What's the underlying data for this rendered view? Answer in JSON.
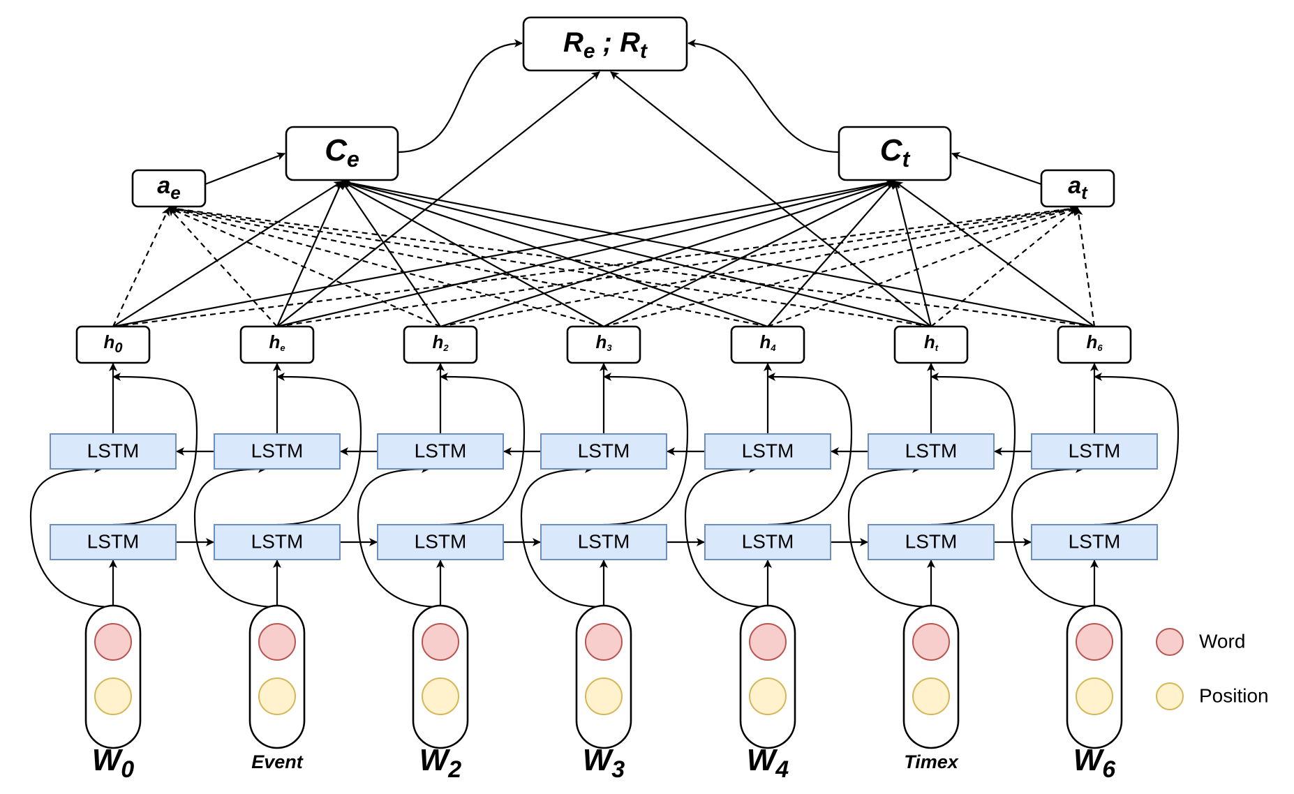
{
  "top": {
    "base1": "R",
    "sub1": "e",
    "sep": " ; ",
    "base2": "R",
    "sub2": "t"
  },
  "context_nodes": [
    {
      "id": "ce",
      "base": "C",
      "sub": "e"
    },
    {
      "id": "ct",
      "base": "C",
      "sub": "t"
    }
  ],
  "attention_nodes": [
    {
      "id": "ae",
      "base": "a",
      "sub": "e"
    },
    {
      "id": "at",
      "base": "a",
      "sub": "t"
    }
  ],
  "hidden_nodes": [
    {
      "base": "h",
      "sub": "0"
    },
    {
      "base": "h",
      "sub": "e"
    },
    {
      "base": "h",
      "sub": "2"
    },
    {
      "base": "h",
      "sub": "3"
    },
    {
      "base": "h",
      "sub": "4"
    },
    {
      "base": "h",
      "sub": "t"
    },
    {
      "base": "h",
      "sub": "6"
    }
  ],
  "lstm_label": "LSTM",
  "tokens": [
    {
      "base": "W",
      "sub": "0"
    },
    {
      "base": "Event",
      "sub": ""
    },
    {
      "base": "W",
      "sub": "2"
    },
    {
      "base": "W",
      "sub": "3"
    },
    {
      "base": "W",
      "sub": "4"
    },
    {
      "base": "Timex",
      "sub": ""
    },
    {
      "base": "W",
      "sub": "6"
    }
  ],
  "legend": [
    {
      "label": "Word",
      "color": "#f8cecc"
    },
    {
      "label": "Position",
      "color": "#fff2cc"
    }
  ]
}
